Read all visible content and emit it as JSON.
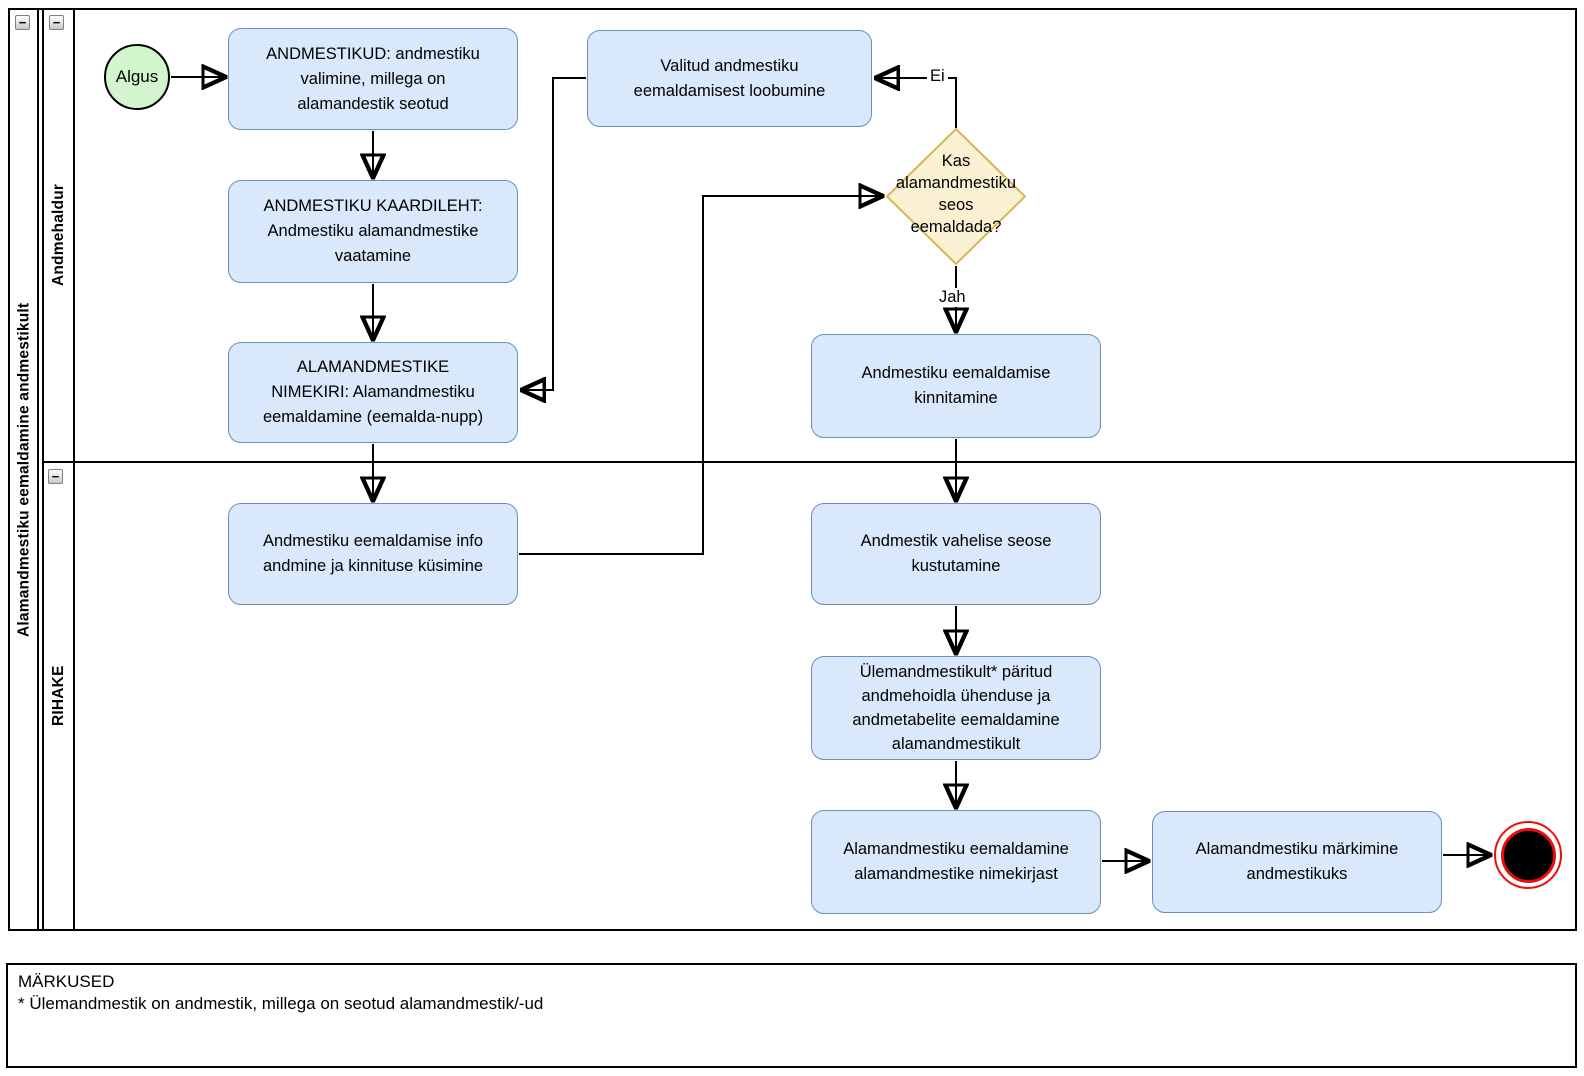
{
  "pool": {
    "title": "Alamandmestiku eemaldamine andmestikult",
    "collapse_glyph": "−",
    "lanes": [
      {
        "label": "Andmehaldur"
      },
      {
        "label": "RIHAKE"
      }
    ]
  },
  "nodes": {
    "start": {
      "label": "Algus"
    },
    "decision": {
      "label": "Kas\nalamandmestiku\nseos\neemaldada?"
    },
    "tasks": [
      {
        "id": "andmestikud",
        "label": "ANDMESTIKUD: andmestiku\nvalimine, millega on\nalamandestik seotud"
      },
      {
        "id": "kaardileht",
        "label": "ANDMESTIKU KAARDILEHT:\nAndmestiku alamandmestike\nvaatamine"
      },
      {
        "id": "nimekiri",
        "label": "ALAMANDMESTIKE\nNIMEKIRI: Alamandmestiku\neemaldamine (eemalda-nupp)"
      },
      {
        "id": "loobumine",
        "label": "Valitud andmestiku\neemaldamisest loobumine"
      },
      {
        "id": "info",
        "label": "Andmestiku eemaldamise info\nandmine ja kinnituse küsimine"
      },
      {
        "id": "kinnitamine",
        "label": "Andmestiku eemaldamise\nkinnitamine"
      },
      {
        "id": "kustutamine",
        "label": "Andmestik vahelise seose\nkustutamine"
      },
      {
        "id": "ylem",
        "label": "Ülemandmestikult* päritud\nandmehoidla ühenduse ja\nandmetabelite eemaldamine\nalamandmestikult"
      },
      {
        "id": "nimekirjast",
        "label": "Alamandmestiku eemaldamine\nalamandmestike nimekirjast"
      },
      {
        "id": "markimine",
        "label": "Alamandmestiku märkimine\nandmestikuks"
      }
    ]
  },
  "edges": {
    "no_label": "Ei",
    "yes_label": "Jah"
  },
  "notes": {
    "title": "MÄRKUSED",
    "body": "* Ülemandmestik on andmestik, millega on seotud alamandmestik/-ud"
  },
  "colors": {
    "task_fill": "#dae8fc",
    "task_border": "#6c8ebf",
    "start_fill": "#d2f5cd",
    "decision_fill": "#faf0d2",
    "decision_border": "#d6b656",
    "end_ring": "#eb0d0d",
    "line": "#000000"
  }
}
